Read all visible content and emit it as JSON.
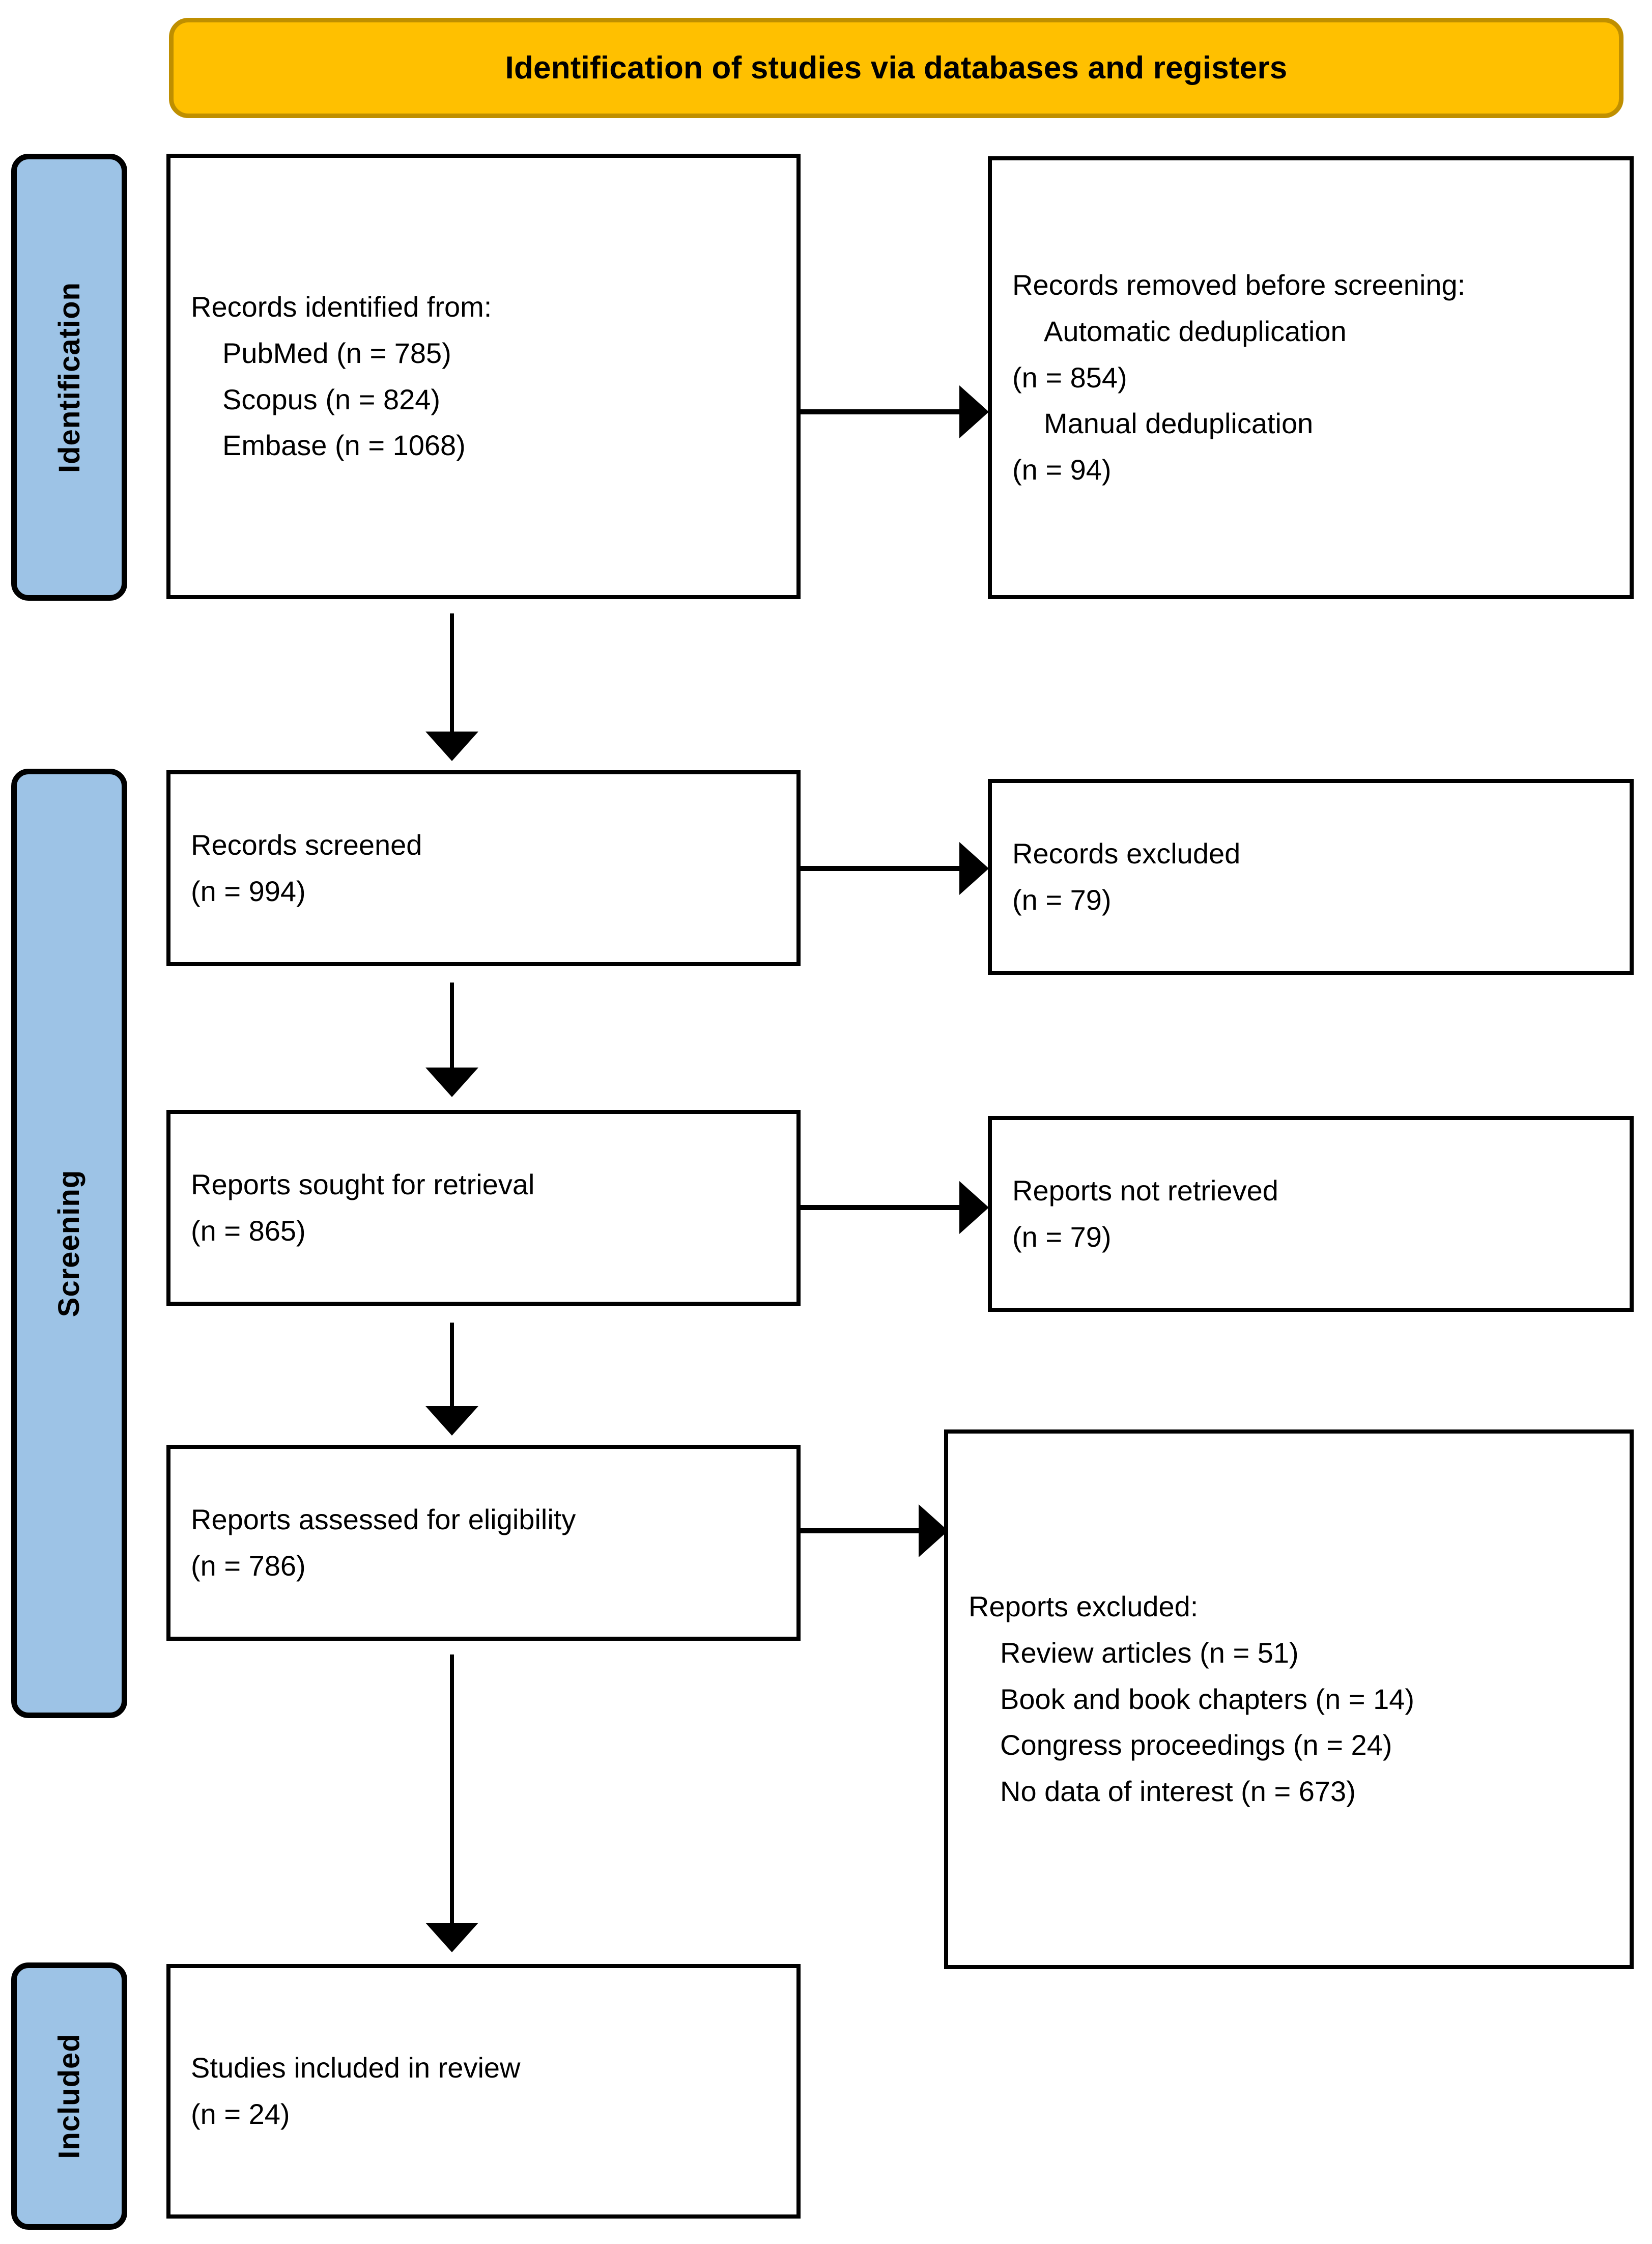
{
  "banner": {
    "title": "Identification of studies via databases and registers",
    "fill_color": "#FFC000",
    "border_color": "#BF8F00"
  },
  "stages": {
    "fill_color": "#9DC3E6",
    "identification": "Identification",
    "screening": "Screening",
    "included": "Included"
  },
  "boxes": {
    "records_identified": {
      "heading": "Records identified from:",
      "sources": [
        "PubMed (n = 785)",
        "Scopus (n = 824)",
        "Embase (n = 1068)"
      ]
    },
    "records_removed": {
      "heading": "Records removed before screening:",
      "lines": [
        "Automatic deduplication",
        "(n = 854)",
        "Manual deduplication",
        "(n = 94)"
      ]
    },
    "records_screened": {
      "label": "Records screened",
      "count": "(n = 994)"
    },
    "records_excluded": {
      "label": "Records excluded",
      "count": "(n = 79)"
    },
    "reports_sought": {
      "label": "Reports sought for retrieval",
      "count": "(n = 865)"
    },
    "reports_not_retrieved": {
      "label": "Reports not retrieved",
      "count": "(n = 79)"
    },
    "reports_assessed": {
      "label": "Reports assessed for eligibility",
      "count": "(n = 786)"
    },
    "reports_excluded": {
      "heading": "Reports excluded:",
      "reasons": [
        "Review articles (n = 51)",
        "Book and book chapters (n = 14)",
        "Congress proceedings (n = 24)",
        "No data of interest (n = 673)"
      ]
    },
    "studies_included": {
      "label": "Studies included in review",
      "count": "(n = 24)"
    }
  },
  "chart_data": {
    "type": "diagram",
    "title": "Identification of studies via databases and registers",
    "nodes": [
      {
        "id": "records_identified",
        "stage": "Identification",
        "label": "Records identified from:",
        "values": {
          "PubMed": 785,
          "Scopus": 824,
          "Embase": 1068
        }
      },
      {
        "id": "records_removed",
        "stage": "Identification",
        "label": "Records removed before screening:",
        "values": {
          "Automatic deduplication": 854,
          "Manual deduplication": 94
        }
      },
      {
        "id": "records_screened",
        "stage": "Screening",
        "label": "Records screened",
        "n": 994
      },
      {
        "id": "records_excluded",
        "stage": "Screening",
        "label": "Records excluded",
        "n": 79
      },
      {
        "id": "reports_sought",
        "stage": "Screening",
        "label": "Reports sought for retrieval",
        "n": 865
      },
      {
        "id": "reports_not_retrieved",
        "stage": "Screening",
        "label": "Reports not retrieved",
        "n": 79
      },
      {
        "id": "reports_assessed",
        "stage": "Screening",
        "label": "Reports assessed for eligibility",
        "n": 786
      },
      {
        "id": "reports_excluded",
        "stage": "Screening",
        "label": "Reports excluded:",
        "values": {
          "Review articles": 51,
          "Book and book chapters": 14,
          "Congress proceedings": 24,
          "No data of interest": 673
        }
      },
      {
        "id": "studies_included",
        "stage": "Included",
        "label": "Studies included in review",
        "n": 24
      }
    ],
    "edges": [
      {
        "from": "records_identified",
        "to": "records_removed",
        "direction": "right"
      },
      {
        "from": "records_identified",
        "to": "records_screened",
        "direction": "down"
      },
      {
        "from": "records_screened",
        "to": "records_excluded",
        "direction": "right"
      },
      {
        "from": "records_screened",
        "to": "reports_sought",
        "direction": "down"
      },
      {
        "from": "reports_sought",
        "to": "reports_not_retrieved",
        "direction": "right"
      },
      {
        "from": "reports_sought",
        "to": "reports_assessed",
        "direction": "down"
      },
      {
        "from": "reports_assessed",
        "to": "reports_excluded",
        "direction": "right"
      },
      {
        "from": "reports_assessed",
        "to": "studies_included",
        "direction": "down"
      }
    ]
  }
}
